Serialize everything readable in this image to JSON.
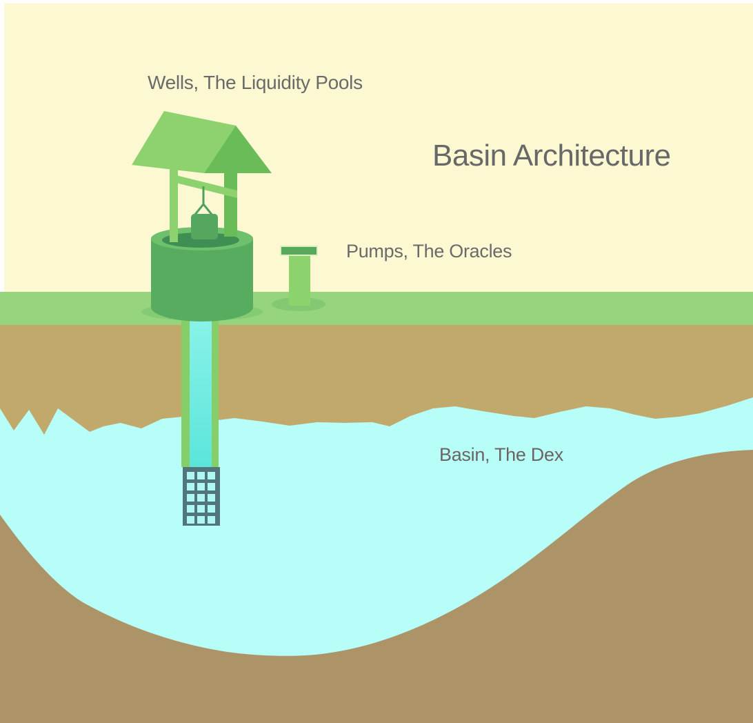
{
  "diagram": {
    "title": "Basin Architecture",
    "labels": {
      "wells": "Wells, The Liquidity Pools",
      "pumps": "Pumps, The Oracles",
      "basin": "Basin, The Dex"
    },
    "palette": {
      "margin_white": "#FFFFFF",
      "sky_cream": "#FBF8D2",
      "grass_green": "#96D57E",
      "soil_tan": "#C1A96C",
      "water_cyan": "#B8FEF8",
      "deep_soil_brown": "#AC9468",
      "well_light_green": "#8DD26F",
      "well_mid_green": "#69BC58",
      "well_body_green": "#58AC60",
      "well_rim_green": "#6FC06C",
      "well_hole_green": "#3F8E53",
      "pipe_casing_green": "#85CE68",
      "pipe_water_top": "#8CF3E9",
      "pipe_water_bottom": "#5BE5DA",
      "screen_slate": "#50757A",
      "screen_slot_cyan": "#B0F6F2",
      "shadow_green": "#83C873",
      "text_gray": "#6A6A6A"
    }
  }
}
